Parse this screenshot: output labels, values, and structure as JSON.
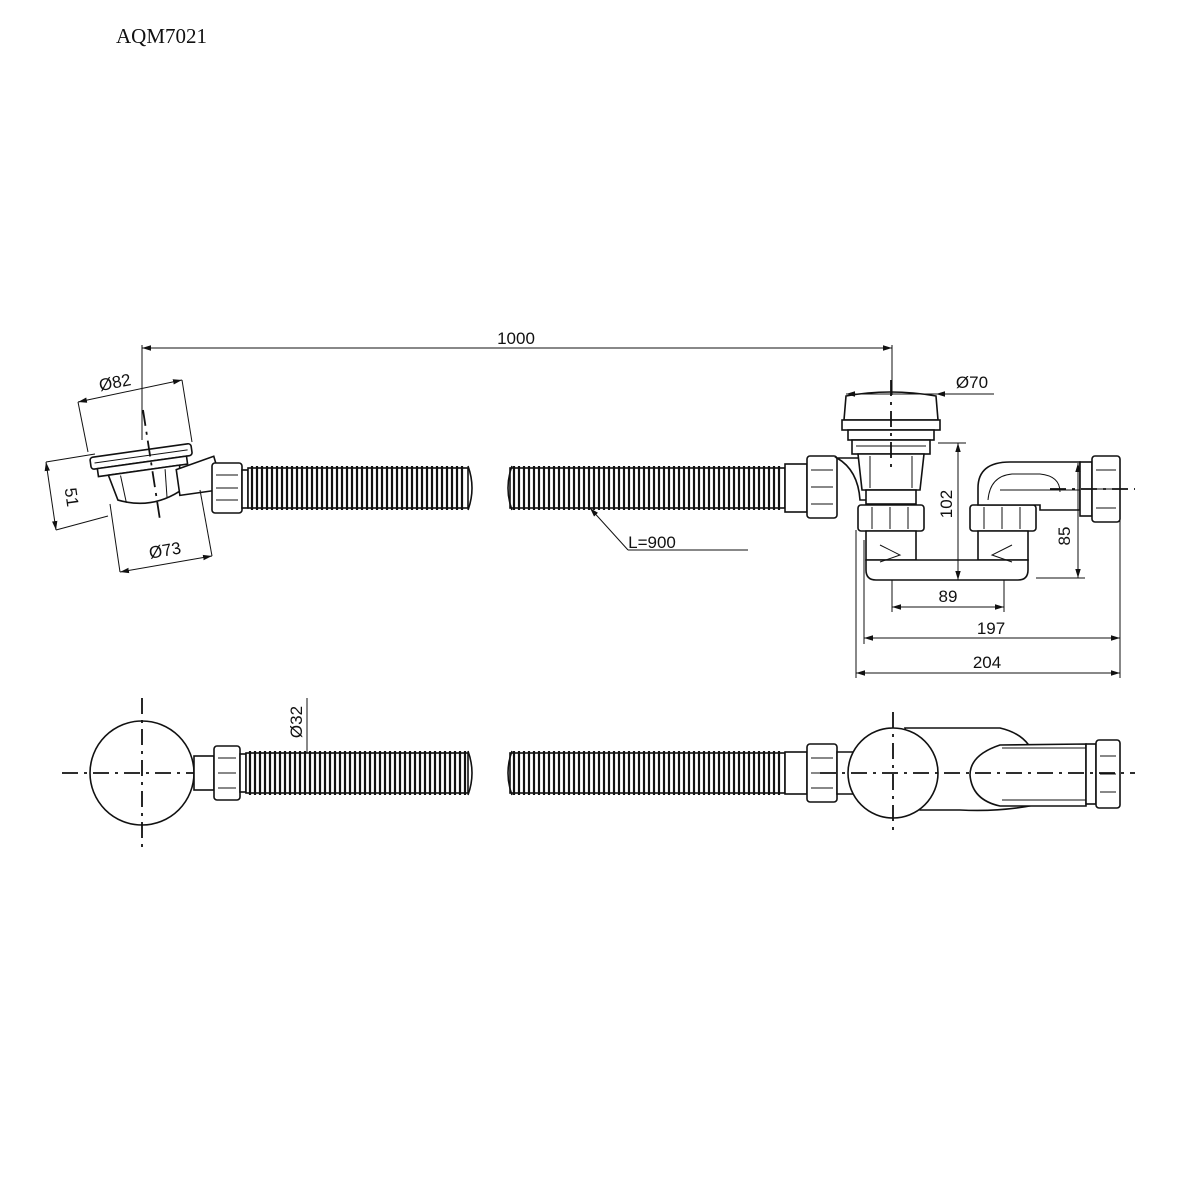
{
  "model_code": "AQM7021",
  "dimensions": {
    "overall_length": "1000",
    "overflow_diameter": "Ø82",
    "overflow_height": "51",
    "overflow_body_diameter": "Ø73",
    "hose_length": "L=900",
    "drain_diameter": "Ø70",
    "trap_height": "102",
    "outlet_height": "85",
    "trap_spacing": "89",
    "trap_width": "197",
    "total_width": "204",
    "hose_diameter": "Ø32"
  }
}
